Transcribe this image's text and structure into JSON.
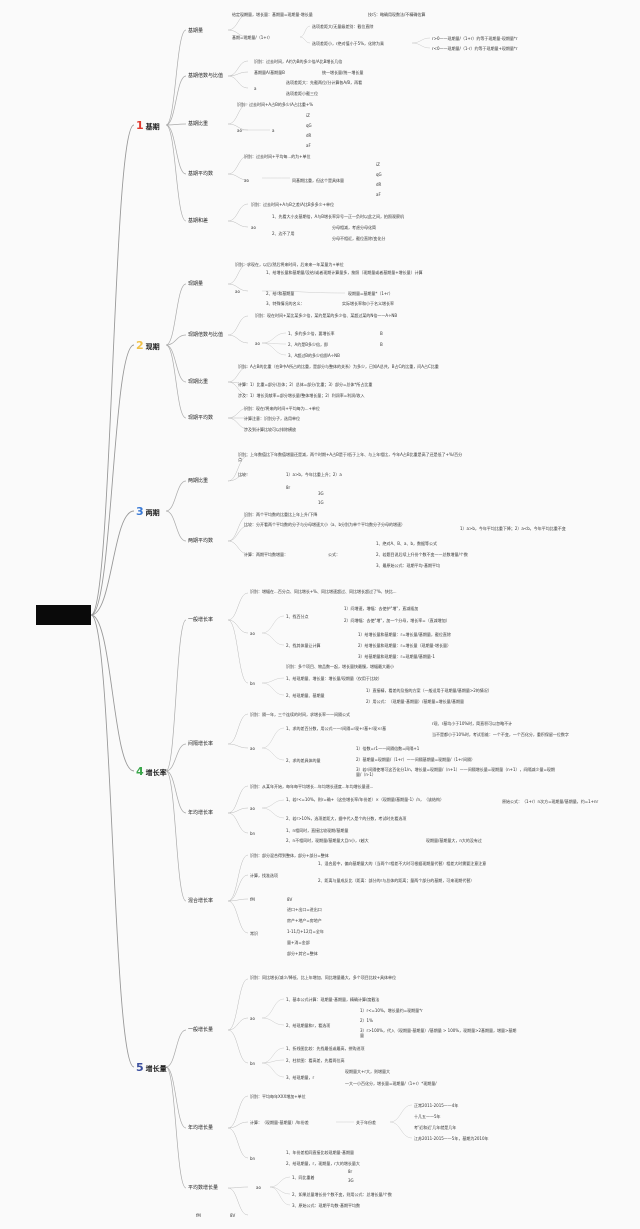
{
  "colors": {
    "s1": "#e03a2f",
    "s2": "#f0c24a",
    "s3": "#3a7ad6",
    "s4": "#3aa64a",
    "s5": "#3b4f9e",
    "line": "#aaaaaa",
    "root": "#0a0a0a"
  },
  "sections": [
    {
      "num": "1",
      "label": "基期"
    },
    {
      "num": "2",
      "label": "现期"
    },
    {
      "num": "3",
      "label": "两期"
    },
    {
      "num": "4",
      "label": "增长率"
    },
    {
      "num": "5",
      "label": "增长量"
    }
  ],
  "sub": {
    "s1": [
      "基期量",
      "基期倍数与比值",
      "基期比重",
      "基期平均数",
      "基期和差"
    ],
    "s2": [
      "现期量",
      "现期倍数与比值",
      "现期比重",
      "现期平均数"
    ],
    "s3": [
      "两期比重",
      "两期平均数"
    ],
    "s4": [
      "一般增长率",
      "间隔增长率",
      "年均增长率",
      "混合增长率"
    ],
    "s5": [
      "一般增长量",
      "年均增长量",
      "平均数增长量"
    ]
  },
  "t1": {
    "a1": "给定现期量，增长量：基期量=现期量-增长量",
    "a2": "技巧：略确用现数法/不精确估算",
    "a3": "基期=现期量/（1+r）",
    "a4": "选项差距大/无量级差别：截位直除",
    "a5": "选项差距小，r绝对值小于5%，化除为乘",
    "a6": "r>0——现期量/（1+r）约等于现期量-现期量*r",
    "a7": "r<0——现期量/（1-r）约等于现期量+现期量*r",
    "b1": "识别：过去时间，A约为B的多少倍/A比B增长几倍",
    "b2": "基期量A/基期量B",
    "b3": "统一增长量/统一增长量",
    "b4": "a",
    "b5": "选项差距大：先截两位/分计算各A/B，再看",
    "b6": "选项差距小截三位",
    "c1": "识别：过去时间+A占B的多少/A占比重+%",
    "c2": "ao",
    "c3": "a",
    "c4": "iZ",
    "c5": "qG",
    "c6": "dR",
    "c7": "aF",
    "d1": "识别：过去时间+平均每...的为+单位",
    "d2": "ao",
    "d3": "同基期比重，但这个是具体量",
    "d4": "iZ",
    "d5": "qG",
    "d6": "dR",
    "d7": "aF",
    "e1": "识别：过去时间+A与B之差/A比B多多少+单位",
    "e2": "ao",
    "e3": "1、先看大小支基期倍，A与B增长率异号—正一负时以此之间，拍照观察机",
    "e4": "2、边不了用",
    "e5": "分母相减，考虑分母化简",
    "e6": "分母不相近，截位直除/变化分"
  },
  "t2": {
    "a1": "识别：求现在，以后/然后将来时间，后来来一年某量为+单位",
    "a2": "ao",
    "a3": "1、给增长量和基期量/没给/或者现期计算量多，按照（现期量或者基期量+增长量）计算",
    "a4": "2、给r和基期量",
    "a5": "现期量=基期量*（1+r）",
    "a6": "3、特殊情况的名义：",
    "a7": "实际增长率和小于名义增长率",
    "b1": "识别：现在时间+某比某多少倍，某约是某的多少倍、某超过某的N倍——A÷NB",
    "b2": "ao",
    "b3": "1、多约多少倍，要增长率",
    "b4": "B",
    "b5": "2、A约是B多少倍，即",
    "b6": "B",
    "b7": "3、A超过B的多少倍即A÷NB",
    "c1": "识别：A占B的比重（在B中A所占的比重，是部分与整体的关系）为多少，已知A总共，B占C的比重，问A占C比重",
    "c2": "计算：1）比重=部分/总体；2）总体=部分/比重；3）部分=总体*所占比重",
    "c3": "涉及：1）增长贡献率=部分增长量/整体增长量；2）利润率=利润/收入",
    "d1": "识别：现在/将来的时间+平均每为...+单位",
    "d2": "计算注意：识别分子，选用单位",
    "d3": "涉及到计算比较可以排除横放"
  },
  "t3": {
    "a1": "识别：上年数值比下年数值增量还是减，两个时期+A占B是于/低于上年、与上年相比，今年A占B比重是高了还是低了+%/百分点",
    "a2": "比较：",
    "a3": "1）a>b，今年比重上升；2）a",
    "a4": "8r",
    "a5": "3G",
    "a6": "1G",
    "b1": "识别：两个平均数的比重比上年上升/下降",
    "b2": "比较：分开看两个平均数的分子与分母增速大小（a、b分别为单个平均数分子分母的增速）",
    "b3": "1）a>b，今年平均比重下降；2）a<b，今年平均比重不变",
    "b4": "计算：两期平均数增量：",
    "b5": "公式：",
    "b6": "1、绝对A、B、a、b，数据等公式",
    "b7": "2、若题目说后续上升份个数不变——总数增量/个数",
    "b8": "3、最原始公式：现期平均-基期平均"
  },
  "t4": {
    "a1": "识别：增幅在...百分点、同比增长+%、同比增速超过、同比增长超过了%、快比...",
    "a2": "ao",
    "a3": "1、找百分点",
    "a4": "1）问增速，增幅：去使护\"增\"，直减插加",
    "a5": "2）问增幅：去使\"增\"，加一个分母，增长率=（直减增加）",
    "a6": "2、找其体量让计算",
    "a7": "1）给增长量和基期量：r=增长量/基期量，截位直除",
    "a8": "2）给增长量和现期量：r=增长量（现期量-增长量）",
    "a9": "3）给基期量和现期量：r=现期量/基期量-1",
    "a10": "bn",
    "a11": "识别：多个项目、物品数一起，增长量快最慢，增幅最大最小",
    "a12": "1、给现期量、增长量：增长量/现期量（仅用于比较）",
    "a13": "2、给现期量、基期量",
    "a14": "1）直接精，看差的及指的方案（一般适用于现期量/基期量>2的情况）",
    "a15": "2）用公式：（现期量-基期量）/基期量=增长量/基期量",
    "b1": "识别：隔一年，三个连续的时间，求增长率——间隔公式",
    "b2": "ao",
    "b3": "1、求的差百分数，用公式——r间隔=r现+r基+r现×r基",
    "b4": "r现、r基均小于10%时，简直积可以忽略不计",
    "b5": "当不是都小于10%时，考试思维：一个不变，一个百化分，重积保留一位数字",
    "b6": "2、求的差具体的量",
    "b7": "1）倍数=r1——间隔倍数=间隔+1",
    "b8": "2）基期量=现期量/（1+r）——间隔基期量=现期量/（1+r间隔）",
    "b9": "3）若r间隔使增可这百化分1/n，增长量=现期量/（n+1）——间隔增长量=现期量（n+1），间隔减少量=现期量/（n-1）",
    "c1": "识别：从某年开始，每年每平均增长...年均增长速度...年均增长量速...",
    "c2": "ao",
    "c3": "1、若r<=10%，则r=确+（这些增长率/年份差）×（现期量/基期量-1）/n，（该结构）",
    "c4": "原始公式：（1+r）n次方=现期量/基期量，约=1+nr",
    "c5": "2、若r>10%，选项差距大，据中代入是个的分数，考试时先看选项",
    "c6": "bn",
    "c7": "1、n相同时，直接比较现期/基期量",
    "c8": "2、n不相同时，现期量/基期量大且n小，r越大",
    "c9": "现期量/基期量大，n大的没有过",
    "d1": "识别：部分混合得到整体，部分+部分=整体",
    "d2": "计算，找准选项",
    "d3": "1、混合居中，偏向基期量大的（当两个r相差不大时可根据现期量代替）相差大时需要注意注意",
    "d4": "2、距离与量成反比（距离：部分的r与总体的距离；量两个部分的基期，可来现期代替）",
    "d5": "fM",
    "d6": "8V",
    "d7": "常识",
    "d8": "进口+出口=进出口",
    "d9": "房产+地产=房地产",
    "d10": "1-11月+12月=全年",
    "d11": "量+消=金部",
    "d12": "部分+其它=整体"
  },
  "t5": {
    "a1": "识别：同比增长/减少/降低、比上年增加、同比增量最大，多个项目比较+具体单位",
    "a2": "ao",
    "a3": "1、基本公式计算：现期量-基期量，精确计算/度截法",
    "a4": "2、给现期量和r，看选项",
    "a5": "1）r<=10%，增长量约=现期量*r",
    "a6": "2）1%",
    "a7": "3）r>100%，代入（现期量-基期量）/基期量 > 100%，现期量>2基期量，增量>基期量",
    "a8": "bn",
    "a9": "1、折线图比较：先找最低或最高，拼购进项",
    "a10": "2、柱状图：看高差，先看两位高",
    "a11": "3、给现期量，r",
    "a12": "现期量大+r大，则增量大",
    "a13": "一大一小百化分，增长量=现期量/（1+r）*现期量/",
    "b1": "识别：平均每年XXX增加+单位",
    "b2": "计算：（现期量-基期量）/年份差",
    "b3": "关于年份差",
    "b4": "正常2011-2015——4年",
    "b5": "十几五——5年",
    "b6": "考'近和近'几年就是几年",
    "b7": "江苏2011-2015——5年，基期为2010年",
    "b8": "bn",
    "b9": "1、年份差相同直接比较现期量-基期量",
    "b10": "2、给现期量，r，现期量，r大的增长量大",
    "c1": "ao",
    "c2": "1、同比重着",
    "c3": "8r",
    "c4": "3G",
    "c5": "2、如果总量增长份个数不变，则用公式：总增长量/个数",
    "c6": "3、原始公式：现期平均数-基期平均数",
    "c7": "fM",
    "c8": "8V"
  }
}
